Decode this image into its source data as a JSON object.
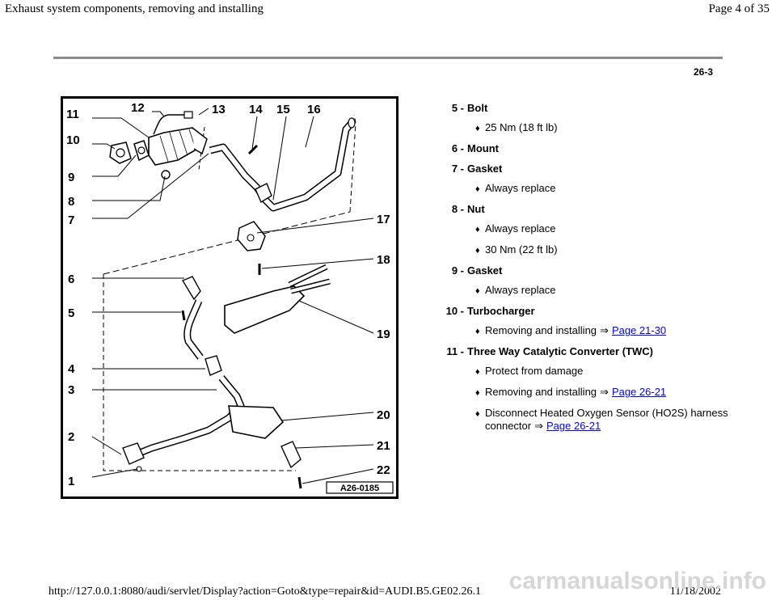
{
  "header": {
    "title": "Exhaust system components, removing and installing",
    "page_indicator": "Page 4 of 35",
    "section_number": "26-3"
  },
  "figure": {
    "code": "A26-0185",
    "callouts": [
      "1",
      "2",
      "3",
      "4",
      "5",
      "6",
      "7",
      "8",
      "9",
      "10",
      "11",
      "12",
      "13",
      "14",
      "15",
      "16",
      "17",
      "18",
      "19",
      "20",
      "21",
      "22"
    ]
  },
  "parts": [
    {
      "number": "5 -",
      "name": "Bolt",
      "specs": [
        {
          "text": "25 Nm (18 ft lb)"
        }
      ]
    },
    {
      "number": "6 -",
      "name": "Mount",
      "specs": []
    },
    {
      "number": "7 -",
      "name": "Gasket",
      "specs": [
        {
          "text": "Always replace"
        }
      ]
    },
    {
      "number": "8 -",
      "name": "Nut",
      "specs": [
        {
          "text": "Always replace"
        },
        {
          "text": "30 Nm (22 ft lb)"
        }
      ]
    },
    {
      "number": "9 -",
      "name": "Gasket",
      "specs": [
        {
          "text": "Always replace"
        }
      ]
    },
    {
      "number": "10 -",
      "name": "Turbocharger",
      "specs": [
        {
          "text": "Removing and installing",
          "link": "Page 21-30"
        }
      ]
    },
    {
      "number": "11 -",
      "name": "Three Way Catalytic Converter (TWC)",
      "specs": [
        {
          "text": "Protect from damage"
        },
        {
          "text": "Removing and installing",
          "link": "Page 26-21"
        },
        {
          "text": "Disconnect Heated Oxygen Sensor (HO2S) harness connector",
          "link": "Page 26-21"
        }
      ]
    }
  ],
  "symbols": {
    "bullet": "♦",
    "arrow": "⇒"
  },
  "footer": {
    "url": "http://127.0.0.1:8080/audi/servlet/Display?action=Goto&type=repair&id=AUDI.B5.GE02.26.1",
    "date": "11/18/2002",
    "watermark": "carmanualsonline.info"
  }
}
